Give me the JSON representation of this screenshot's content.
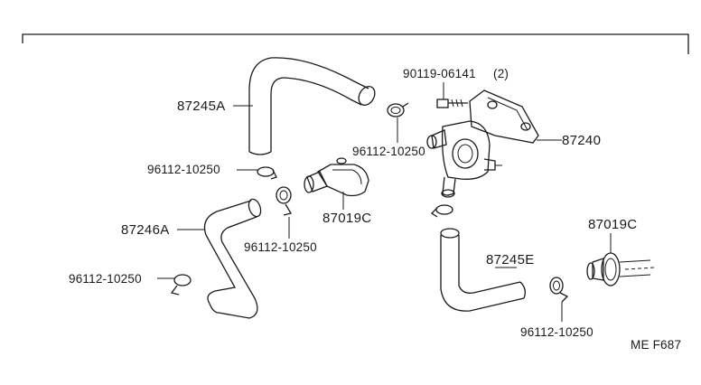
{
  "diagram": {
    "labels": {
      "hose_87245A": "87245A",
      "hose_87246A": "87246A",
      "hose_87245E": "87245E",
      "valve_87240": "87240",
      "valve_87019C_left": "87019C",
      "valve_87019C_right": "87019C",
      "bolt_90119": "90119-06141",
      "bolt_qty": "(2)",
      "clamp_1": "96112-10250",
      "clamp_2": "96112-10250",
      "clamp_3": "96112-10250",
      "clamp_4": "96112-10250",
      "clamp_5": "96112-10250"
    },
    "code": "ME F687"
  }
}
